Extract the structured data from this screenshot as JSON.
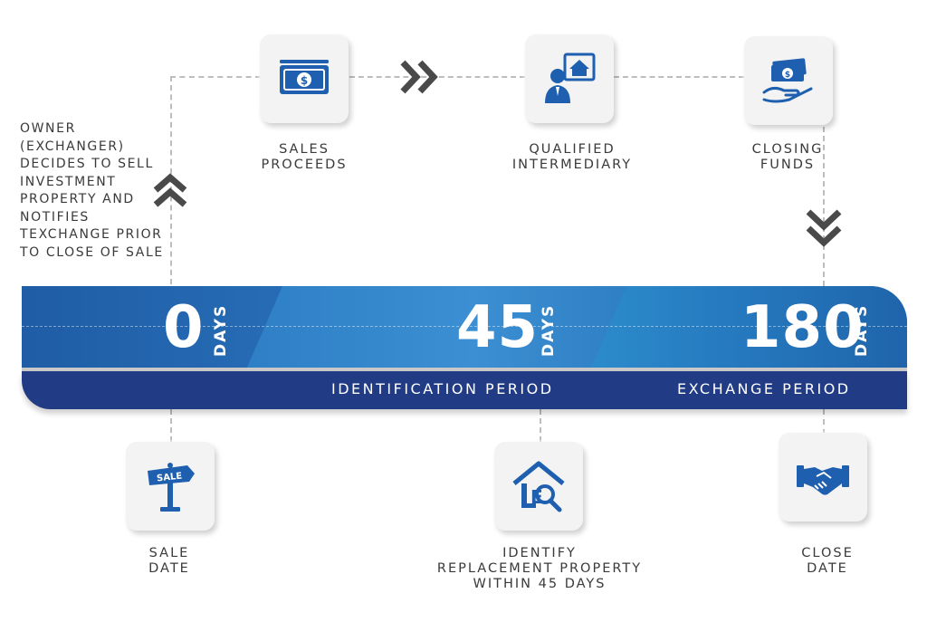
{
  "intro_text": "OWNER (EXCHANGER) DECIDES TO SELL INVESTMENT PROPERTY AND NOTIFIES TEXCHANGE PRIOR TO CLOSE OF SALE",
  "top_steps": [
    {
      "label_line1": "SALES",
      "label_line2": "PROCEEDS",
      "icon": "cash-icon"
    },
    {
      "label_line1": "QUALIFIED",
      "label_line2": "INTERMEDIARY",
      "icon": "agent-house-icon"
    },
    {
      "label_line1": "CLOSING",
      "label_line2": "FUNDS",
      "icon": "money-in-hand-icon"
    }
  ],
  "timeline": {
    "milestones": [
      {
        "number": "0",
        "unit": "DAYS"
      },
      {
        "number": "45",
        "unit": "DAYS"
      },
      {
        "number": "180",
        "unit": "DAYS"
      }
    ],
    "periods": [
      "IDENTIFICATION PERIOD",
      "EXCHANGE PERIOD"
    ]
  },
  "bottom_steps": [
    {
      "label_line1": "SALE",
      "label_line2": "DATE",
      "icon": "sale-sign-icon"
    },
    {
      "label_line1": "IDENTIFY",
      "label_line2": "REPLACEMENT PROPERTY",
      "label_line3": "WITHIN 45 DAYS",
      "icon": "house-search-icon"
    },
    {
      "label_line1": "CLOSE",
      "label_line2": "DATE",
      "icon": "handshake-icon"
    }
  ],
  "colors": {
    "icon_blue": "#1e5fb0",
    "band_dark": "#213b84",
    "band_light": "#2b82c8",
    "chevron": "#4a4a4a"
  }
}
